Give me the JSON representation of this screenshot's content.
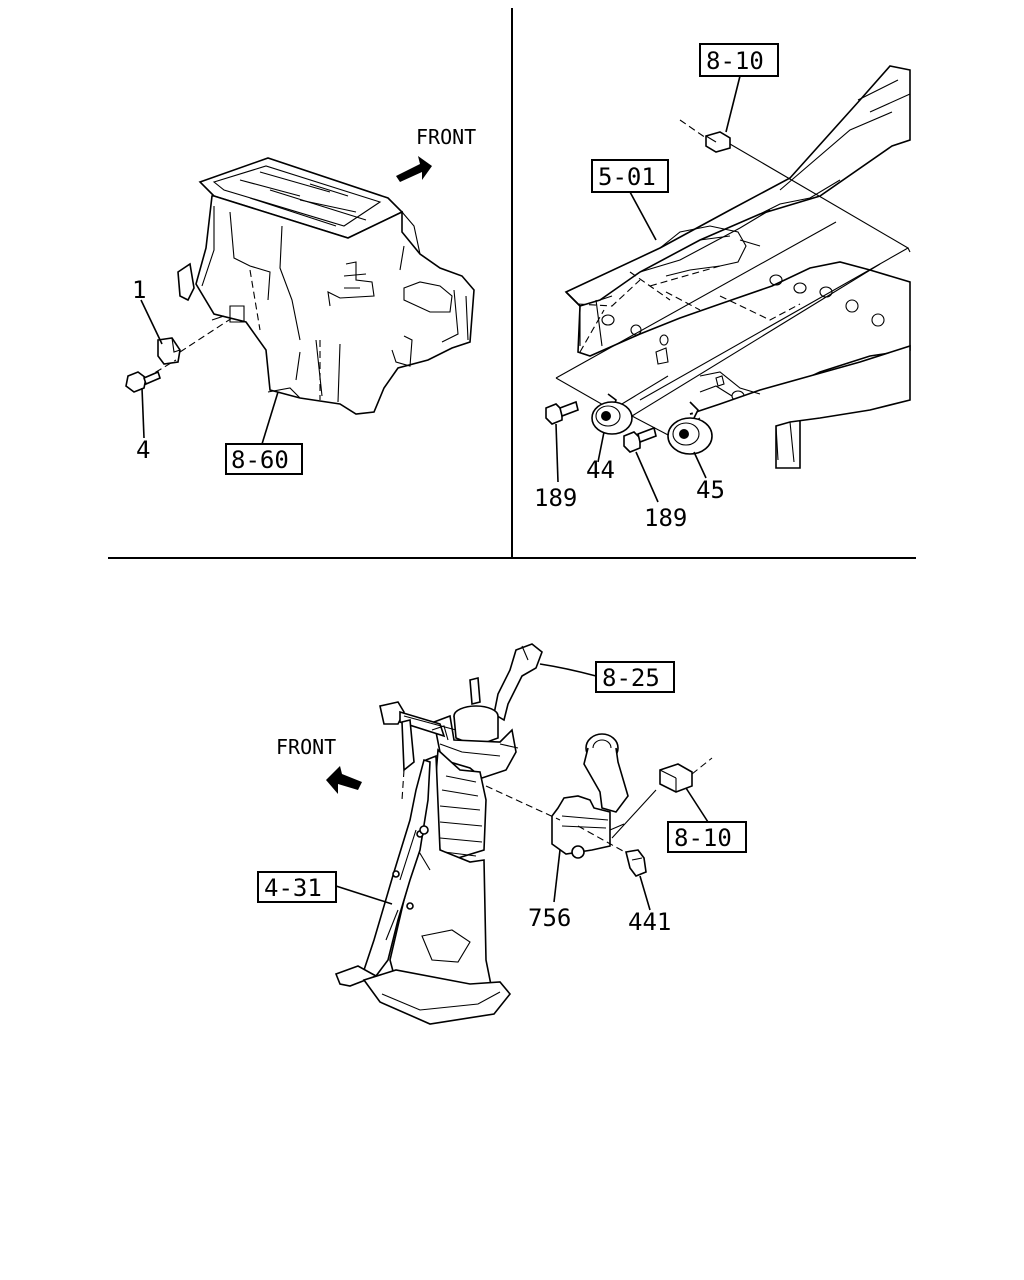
{
  "diagram": {
    "panel_top_left": {
      "front_label": "FRONT",
      "callouts": [
        "1",
        "4"
      ],
      "ref_box": "8-60"
    },
    "panel_top_right": {
      "ref_boxes": [
        "8-10",
        "5-01"
      ],
      "callouts": [
        "44",
        "45",
        "189",
        "189"
      ]
    },
    "panel_bottom": {
      "front_label": "FRONT",
      "ref_boxes": [
        "8-25",
        "8-10",
        "4-31"
      ],
      "callouts": [
        "756",
        "441"
      ]
    }
  }
}
